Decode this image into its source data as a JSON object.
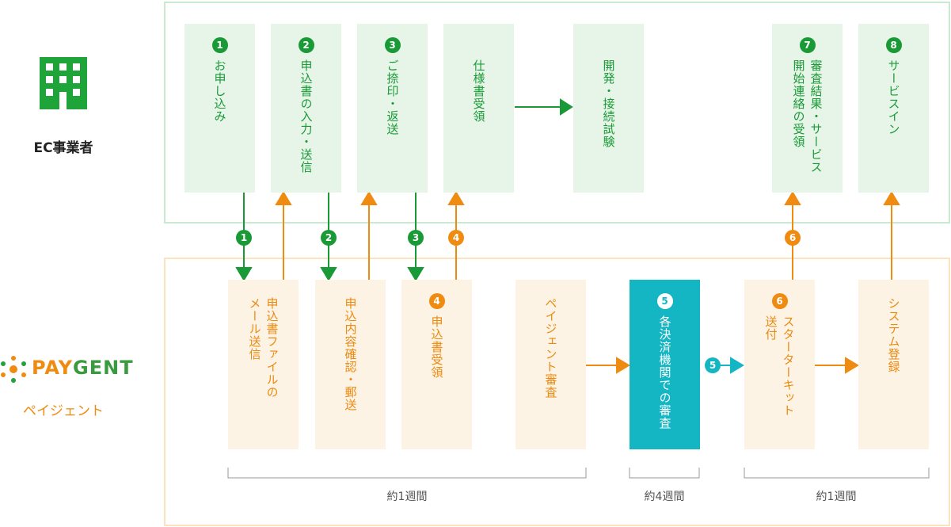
{
  "colors": {
    "green": "#1a9a36",
    "orange": "#ee8b10",
    "teal": "#14b6c4"
  },
  "ec": {
    "label": "EC事業者",
    "icon": "building-icon"
  },
  "paygent": {
    "logo_a": "PAY",
    "logo_b": "GENT",
    "label": "ペイジェント"
  },
  "top_steps": [
    {
      "num": "1",
      "lines": [
        "お申し込み"
      ]
    },
    {
      "num": "2",
      "lines": [
        "申込書の入力・送信"
      ]
    },
    {
      "num": "3",
      "lines": [
        "ご捺印・返送"
      ]
    },
    {
      "num": "",
      "lines": [
        "仕様書受領"
      ]
    },
    {
      "num": "",
      "lines": [
        "開発・接続試験"
      ]
    },
    {
      "num": "7",
      "lines": [
        "審査結果・サービス",
        "開始連絡の受領"
      ]
    },
    {
      "num": "8",
      "lines": [
        "サービスイン"
      ]
    }
  ],
  "bottom_steps": [
    {
      "num": "",
      "lines": [
        "申込書ファイルの",
        "メール送信"
      ]
    },
    {
      "num": "",
      "lines": [
        "申込内容確認・郵送"
      ]
    },
    {
      "num": "4",
      "lines": [
        "申込書受領"
      ]
    },
    {
      "num": "",
      "lines": [
        "ペイジェント審査"
      ]
    },
    {
      "num": "5",
      "lines": [
        "各決済機関での審査"
      ]
    },
    {
      "num": "6",
      "lines": [
        "スターターキット",
        "送付"
      ]
    },
    {
      "num": "",
      "lines": [
        "システム登録"
      ]
    }
  ],
  "arrow_badges": [
    "1",
    "2",
    "3",
    "4",
    "6",
    "5"
  ],
  "durations": [
    "約1週間",
    "約4週間",
    "約1週間"
  ]
}
